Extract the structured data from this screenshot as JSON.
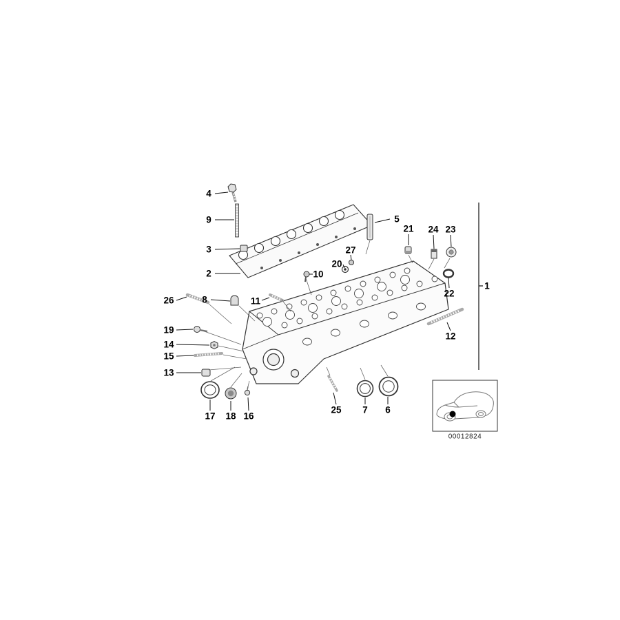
{
  "diagram": {
    "drawing_number": "00012824",
    "callouts": [
      {
        "label": "4"
      },
      {
        "label": "9"
      },
      {
        "label": "3"
      },
      {
        "label": "2"
      },
      {
        "label": "5"
      },
      {
        "label": "21"
      },
      {
        "label": "24"
      },
      {
        "label": "23"
      },
      {
        "label": "27"
      },
      {
        "label": "20"
      },
      {
        "label": "10"
      },
      {
        "label": "22"
      },
      {
        "label": "26"
      },
      {
        "label": "8"
      },
      {
        "label": "11"
      },
      {
        "label": "19"
      },
      {
        "label": "14"
      },
      {
        "label": "15"
      },
      {
        "label": "13"
      },
      {
        "label": "12"
      },
      {
        "label": "17"
      },
      {
        "label": "18"
      },
      {
        "label": "16"
      },
      {
        "label": "25"
      },
      {
        "label": "7"
      },
      {
        "label": "6"
      },
      {
        "label": "1"
      }
    ]
  }
}
